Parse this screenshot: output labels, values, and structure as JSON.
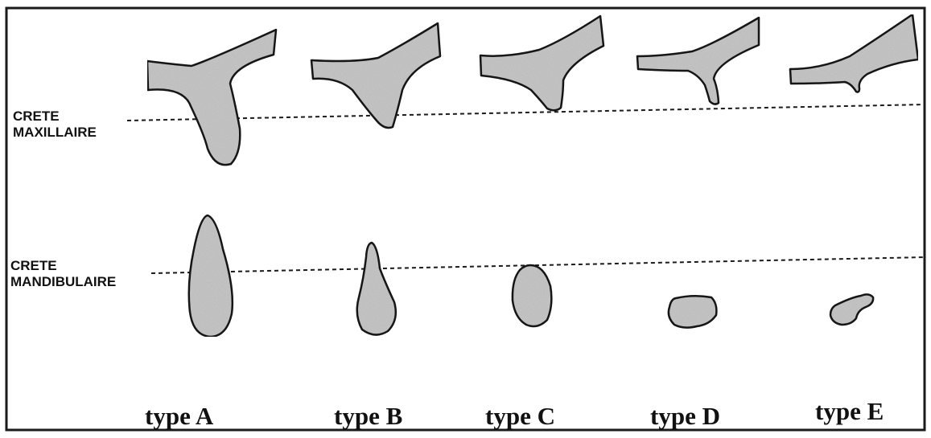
{
  "colors": {
    "shape_fill": "#c9c9c9",
    "outline": "#1a1a1a",
    "background": "#ffffff"
  },
  "labels": {
    "maxillary_line1": "CRETE",
    "maxillary_line2": "MAXILLAIRE",
    "mandibular_line1": "CRETE",
    "mandibular_line2": "MANDIBULAIRE"
  },
  "types": [
    {
      "label": "type A"
    },
    {
      "label": "type B"
    },
    {
      "label": "type C"
    },
    {
      "label": "type D"
    },
    {
      "label": "type E"
    }
  ]
}
